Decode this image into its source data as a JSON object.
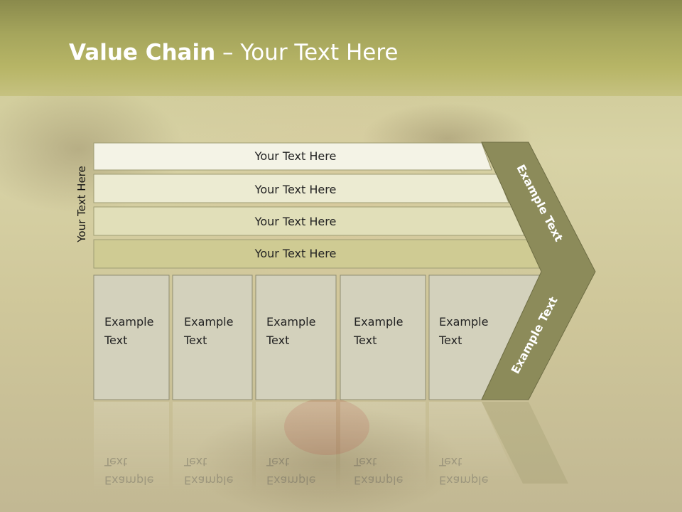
{
  "title": {
    "bold": "Value Chain",
    "rest": " – Your Text Here"
  },
  "side_label": "Your Text Here",
  "rows": [
    {
      "label": "Your Text Here"
    },
    {
      "label": "Your Text Here"
    },
    {
      "label": "Your Text Here"
    },
    {
      "label": "Your Text Here"
    }
  ],
  "boxes": [
    {
      "line1": "Example",
      "line2": "Text"
    },
    {
      "line1": "Example",
      "line2": "Text"
    },
    {
      "line1": "Example",
      "line2": "Text"
    },
    {
      "line1": "Example",
      "line2": "Text"
    },
    {
      "line1": "Example",
      "line2": "Text"
    }
  ],
  "chevron": {
    "top_label": "Example Text",
    "bottom_label": "Example Text"
  },
  "colors": {
    "header": "#a5a55c",
    "row1": "#f4f3e6",
    "row2": "#ecebd2",
    "row3": "#e1dfb9",
    "row4": "#cfcb93",
    "box": "#d3d1bc",
    "chevron": "#8c8b5a"
  }
}
